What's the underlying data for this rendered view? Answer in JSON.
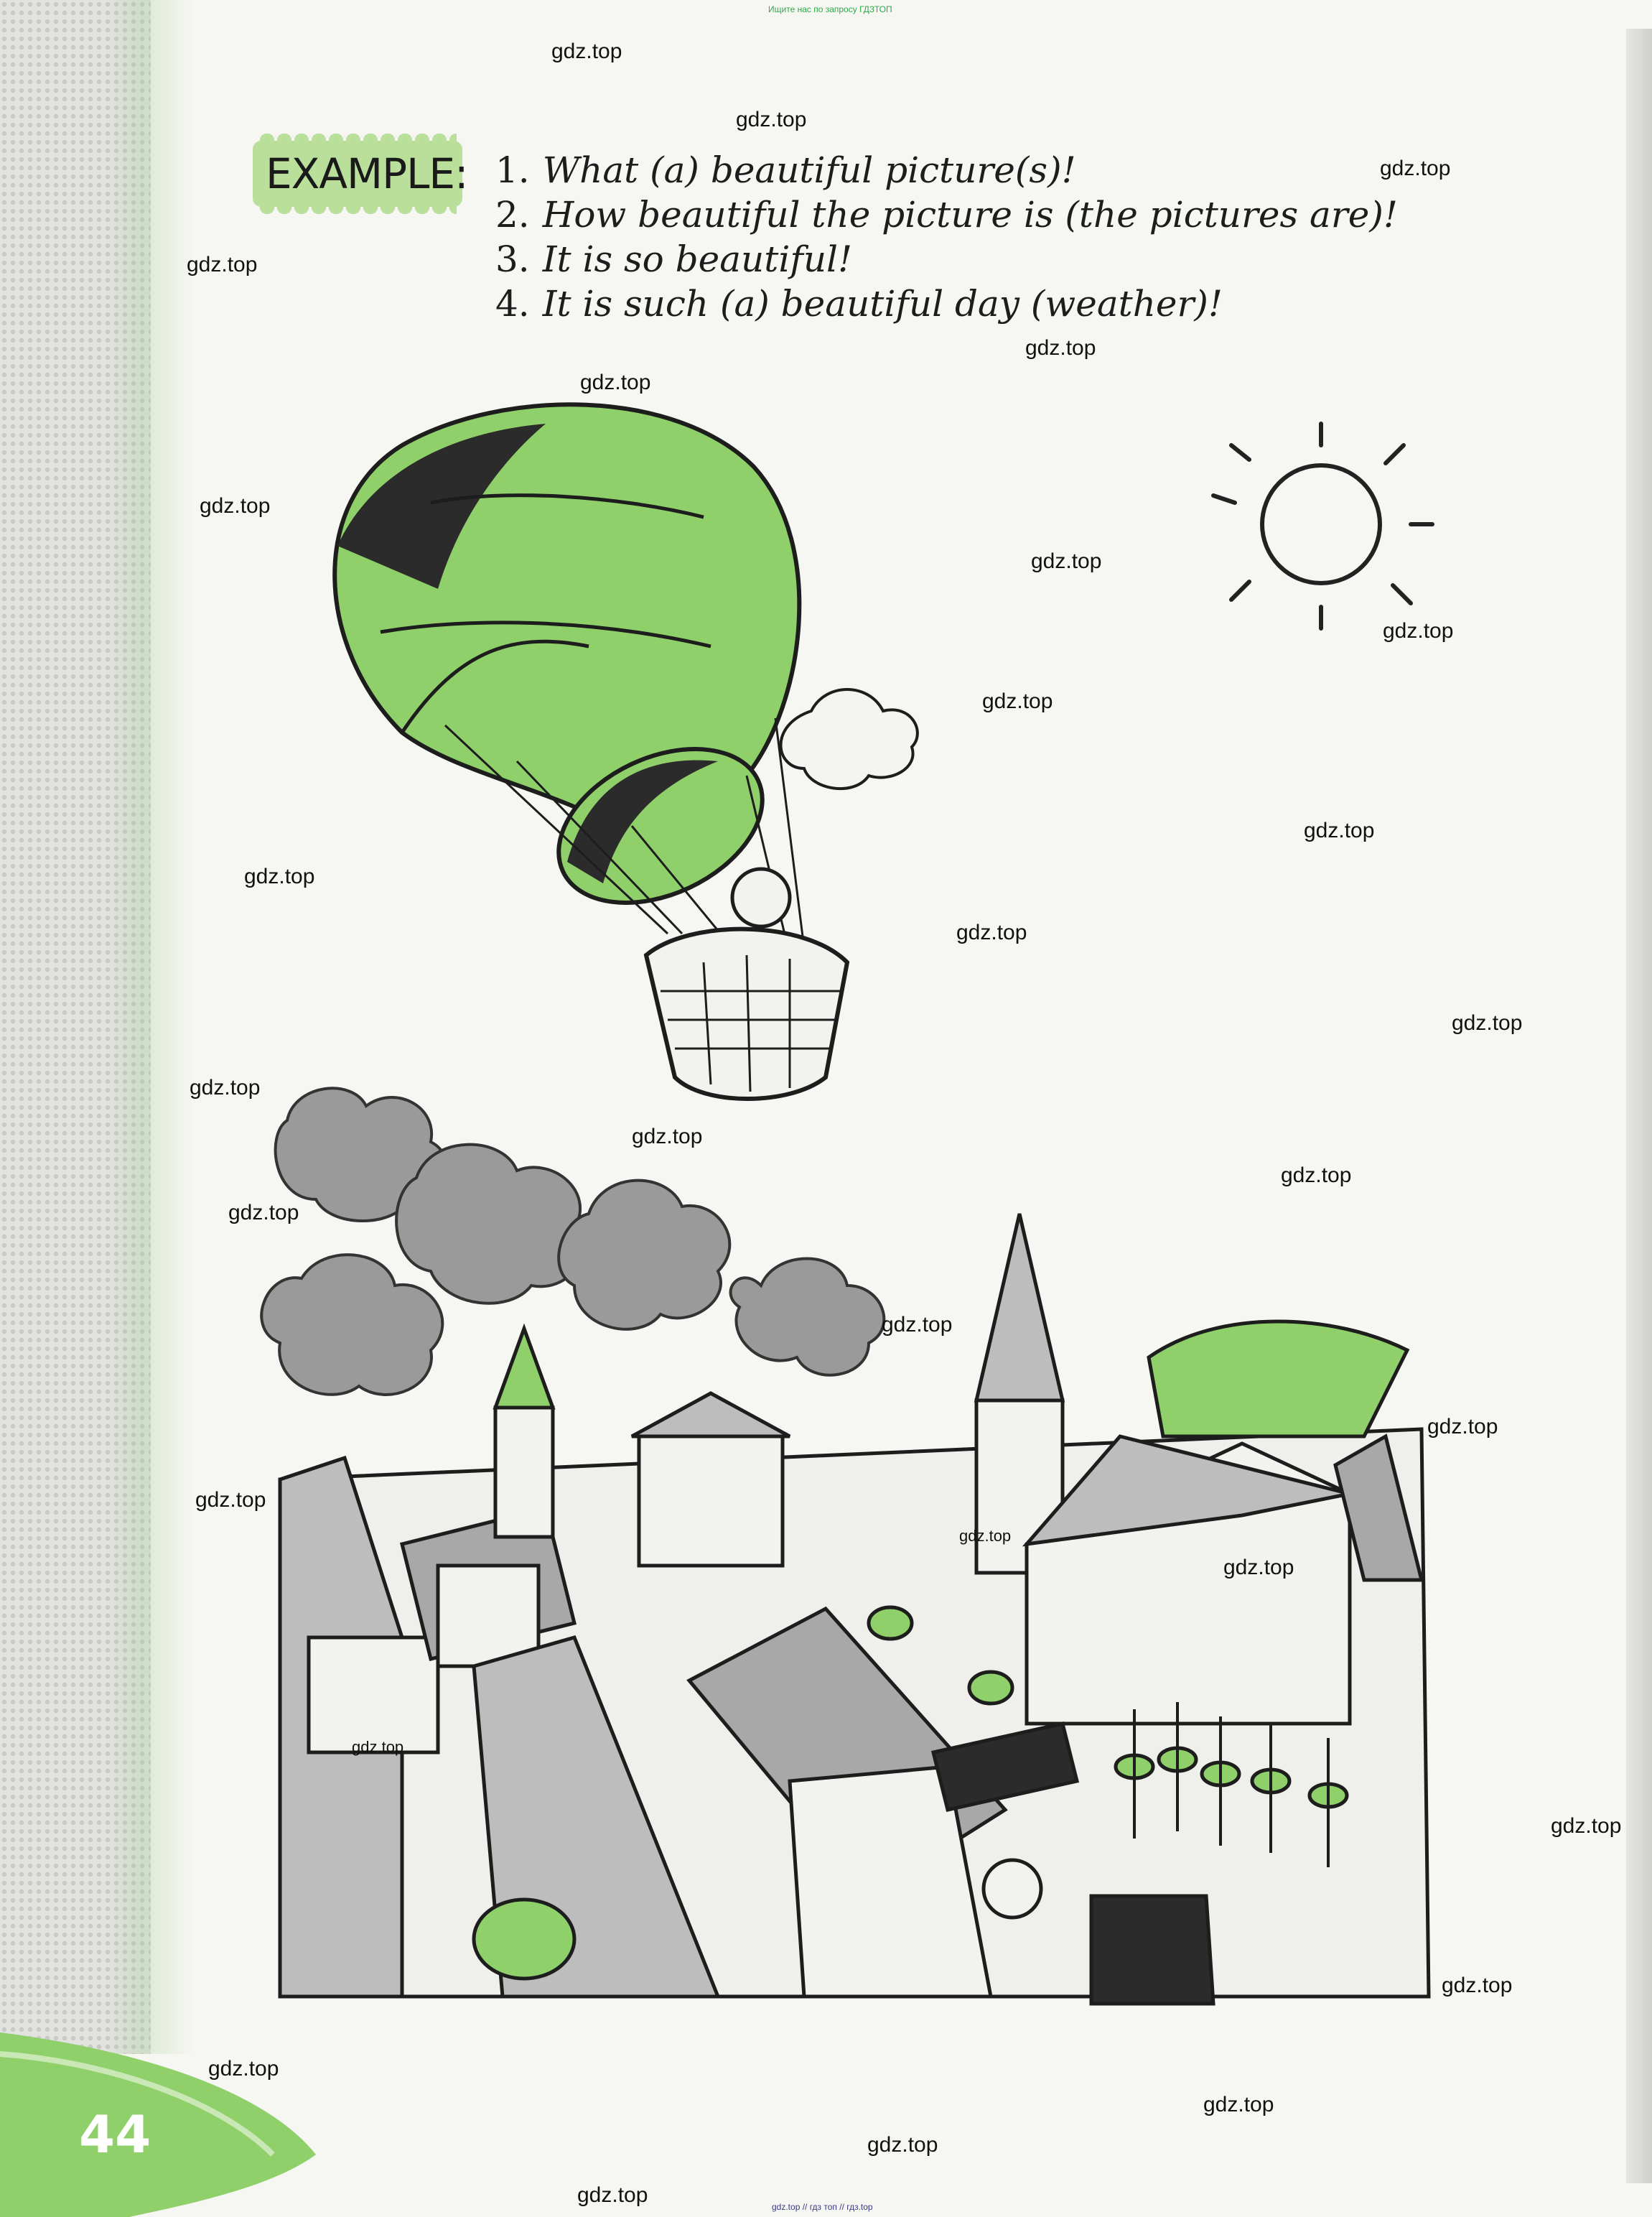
{
  "header": {
    "search_hint": "Ищите нас по запросу ГДЗТОП"
  },
  "example": {
    "label": "EXAMPLE:",
    "lines": [
      {
        "num": "1.",
        "text": "What (a) beautiful picture(s)!"
      },
      {
        "num": "2.",
        "text": "How beautiful the picture is (the pictures are)!"
      },
      {
        "num": "3.",
        "text": "It is so beautiful!"
      },
      {
        "num": "4.",
        "text": "It is such (a) beautiful day (weather)!"
      }
    ]
  },
  "page": {
    "number": "44"
  },
  "footer": {
    "credit": "gdz.top // гдз топ // гдз.top"
  },
  "watermarks": [
    "gdz.top",
    "gdz.top",
    "gdz.top",
    "gdz.top",
    "gdz.top",
    "gdz.top",
    "gdz.top",
    "gdz.top",
    "gdz.top",
    "gdz.top",
    "gdz.top",
    "gdz.top",
    "gdz.top",
    "gdz.top",
    "gdz.top",
    "gdz.top",
    "gdz.top",
    "gdz.top",
    "gdz.top",
    "gdz.top",
    "gdz.top",
    "gdz.top",
    "gdz.top",
    "gdz.top",
    "gdz.top",
    "gdz.top",
    "gdz.top",
    "gdz.top",
    "gdz.top",
    "gdz.top"
  ],
  "colors": {
    "accent_green": "#8dcf63",
    "badge_green": "#b9df9a",
    "corner_green": "#8fd06a",
    "ink": "#1d1d1d"
  },
  "icons": {
    "balloon": "hot-air-balloon-illustration",
    "sun": "sun-icon",
    "town": "town-parade-illustration"
  }
}
